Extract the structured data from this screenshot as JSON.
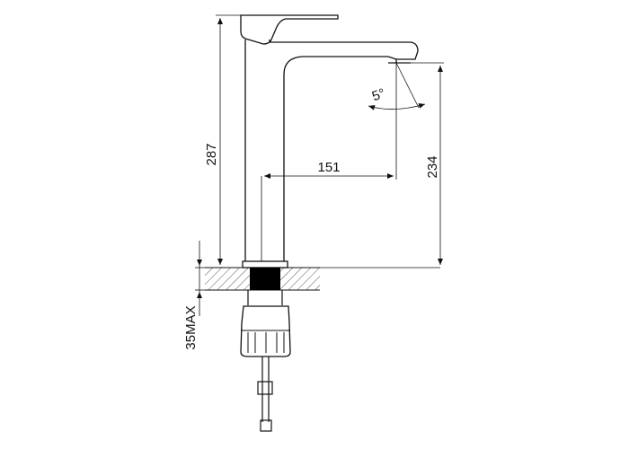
{
  "dimensions": {
    "height_total": "287",
    "spout_reach": "151",
    "spout_height": "234",
    "spout_angle": "5°",
    "mount_thickness": "35MAX"
  }
}
